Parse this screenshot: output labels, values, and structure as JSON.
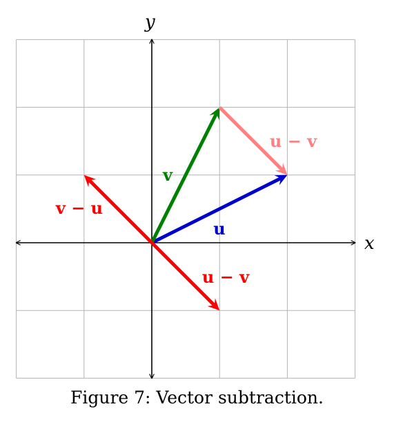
{
  "figure": {
    "caption": "Figure 7: Vector subtraction.",
    "axis_labels": {
      "x": "x",
      "y": "y"
    },
    "grid": {
      "xmin": -2,
      "xmax": 3,
      "ymin": -2,
      "ymax": 3
    }
  },
  "vectors": [
    {
      "id": "u",
      "label": "u",
      "from": [
        0,
        0
      ],
      "to": [
        2,
        1
      ],
      "color": "#0000cc"
    },
    {
      "id": "v",
      "label": "v",
      "from": [
        0,
        0
      ],
      "to": [
        1,
        2
      ],
      "color": "#008000"
    },
    {
      "id": "u-minus-v-translated",
      "label": "u − v",
      "from": [
        1,
        2
      ],
      "to": [
        2,
        1
      ],
      "color": "#ff8080"
    },
    {
      "id": "v-minus-u",
      "label": "v − u",
      "from": [
        0,
        0
      ],
      "to": [
        -1,
        1
      ],
      "color": "#ff0000"
    },
    {
      "id": "u-minus-v",
      "label": "u − v",
      "from": [
        0,
        0
      ],
      "to": [
        1,
        -1
      ],
      "color": "#ff0000"
    }
  ],
  "colors": {
    "grid": "#b3b3b3",
    "axis": "#000000"
  }
}
